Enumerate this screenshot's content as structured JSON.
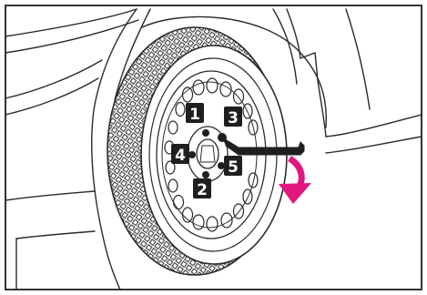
{
  "figure": {
    "border_color": "#333333",
    "line_color": "#2a2a2a",
    "badge_fill": "#1f1f1f",
    "badge_text_color": "#ffffff",
    "arrow_color": "#e0177f",
    "lug_nut_labels": [
      "1",
      "2",
      "3",
      "4",
      "5"
    ]
  }
}
